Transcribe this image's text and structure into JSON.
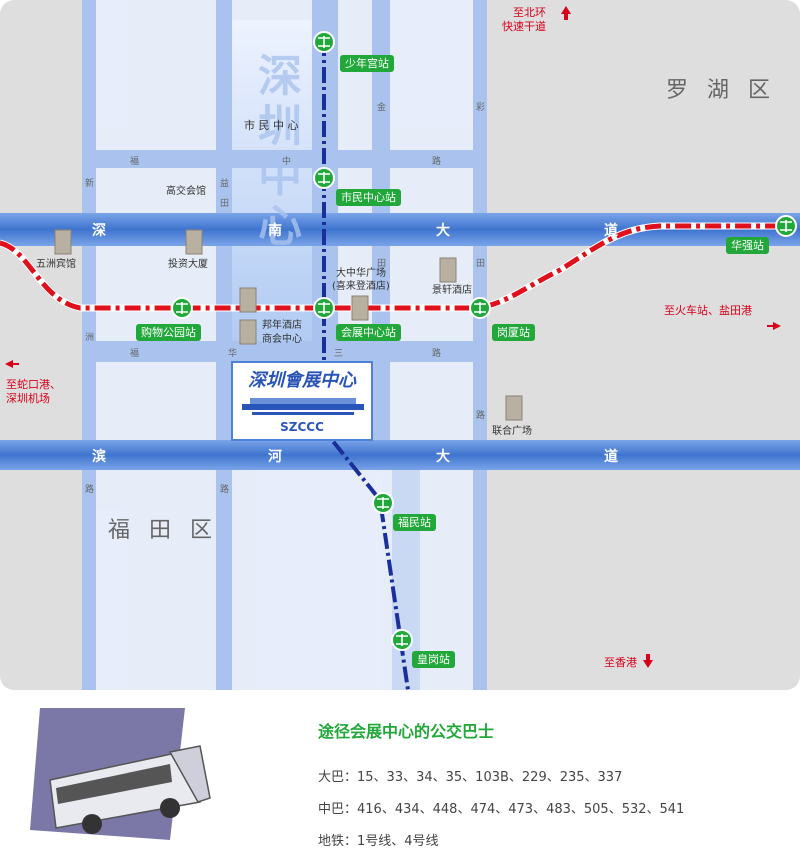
{
  "map": {
    "districts": {
      "luohu": "罗 湖 区",
      "futian": "福 田 区"
    },
    "vertical_title": "深圳中心",
    "civic_center_label": "市 民 中 心",
    "roads": {
      "shennan": [
        "深",
        "南",
        "大",
        "道"
      ],
      "binhe": [
        "滨",
        "河",
        "大",
        "道"
      ],
      "fuhua": [
        "福",
        "华",
        "三",
        "路"
      ],
      "fuzhong": [
        "福",
        "中",
        "路"
      ],
      "xinzhou": [
        "新",
        "洲"
      ],
      "yitian": [
        "益",
        "田",
        "路"
      ],
      "jintian": [
        "金",
        "田",
        "路"
      ],
      "caitian": [
        "彩",
        "田",
        "路"
      ]
    },
    "stations": {
      "shaoniangong": "少年宫站",
      "shiminzhongxin": "市民中心站",
      "huaqiang": "华强站",
      "gouwugongyuan": "购物公园站",
      "huizhanzhongxin": "会展中心站",
      "gangsha": "岗厦站",
      "fumin": "福民站",
      "huanggang": "皇岗站"
    },
    "landmarks": {
      "gaojiao": "高交会馆",
      "wuzhou": "五洲宾馆",
      "touzi": "投资大厦",
      "dazhonghua": "大中华广场",
      "xilaideng": "(喜来登酒店)",
      "jingxuan": "景轩酒店",
      "shaonian_hotel": "邦年酒店",
      "shanghui": "商会中心",
      "lianhe": "联合广场"
    },
    "directions": {
      "north": [
        "至北环",
        "快速干道"
      ],
      "east": "至火车站、盐田港",
      "west": [
        "至蛇口港、",
        "深圳机场"
      ],
      "south": "至香港"
    },
    "szccc": {
      "cn": "深圳會展中心",
      "en": "SZCCC"
    }
  },
  "transport": {
    "title": "途径会展中心的公交巴士",
    "big_bus": "大巴：15、33、34、35、103B、229、235、337",
    "mid_bus": "中巴：416、434、448、474、473、483、505、532、541",
    "metro": "地铁：1号线、4号线"
  },
  "colors": {
    "metro_green": "#22a83a",
    "line1_red": "#e0101c",
    "line4_blue": "#1a2f9a",
    "road_blue": "#4d82d6"
  }
}
